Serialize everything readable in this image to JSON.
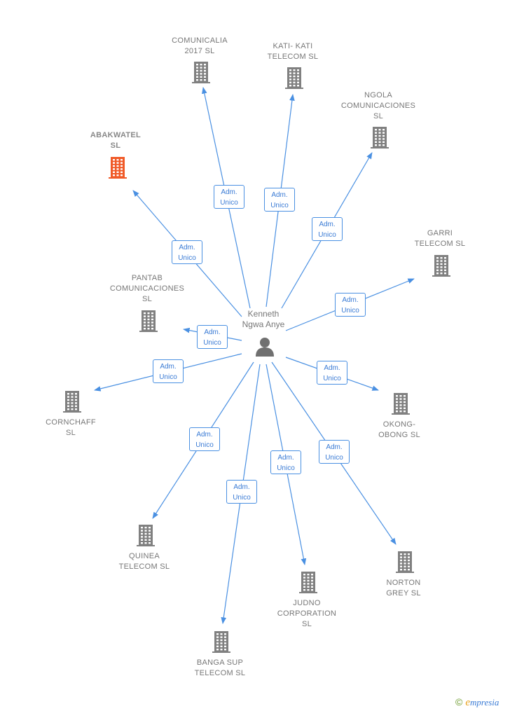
{
  "person": {
    "name_line1": "Kenneth",
    "name_line2": "Ngwa Anye",
    "icon": "person-icon"
  },
  "companies": [
    {
      "id": "comunicalia",
      "label": "COMUNICALIA\n2017  SL",
      "highlight": false
    },
    {
      "id": "kati",
      "label": "KATI- KATI\nTELECOM  SL",
      "highlight": false
    },
    {
      "id": "ngola",
      "label": "NGOLA\nCOMUNICACIONES\nSL",
      "highlight": false
    },
    {
      "id": "abakwatel",
      "label": "ABAKWATEL\nSL",
      "highlight": true
    },
    {
      "id": "garri",
      "label": "GARRI\nTELECOM  SL",
      "highlight": false
    },
    {
      "id": "pantab",
      "label": "PANTAB\nCOMUNICACIONES\nSL",
      "highlight": false
    },
    {
      "id": "cornchaff",
      "label": "CORNCHAFF\nSL",
      "highlight": false
    },
    {
      "id": "okong",
      "label": "OKONG-\nOBONG  SL",
      "highlight": false
    },
    {
      "id": "quinea",
      "label": "QUINEA\nTELECOM  SL",
      "highlight": false
    },
    {
      "id": "norton",
      "label": "NORTON\nGREY  SL",
      "highlight": false
    },
    {
      "id": "judno",
      "label": "JUDNO\nCORPORATION\nSL",
      "highlight": false
    },
    {
      "id": "banga",
      "label": "BANGA SUP\nTELECOM  SL",
      "highlight": false
    }
  ],
  "relation": {
    "line1": "Adm.",
    "line2": "Unico"
  },
  "colors": {
    "edge": "#4a90e2",
    "building": "#808080",
    "building_highlight": "#f05a28",
    "person": "#707070"
  },
  "footer": {
    "copyright": "©",
    "brand_e": "e",
    "brand_rest": "mpresia"
  }
}
